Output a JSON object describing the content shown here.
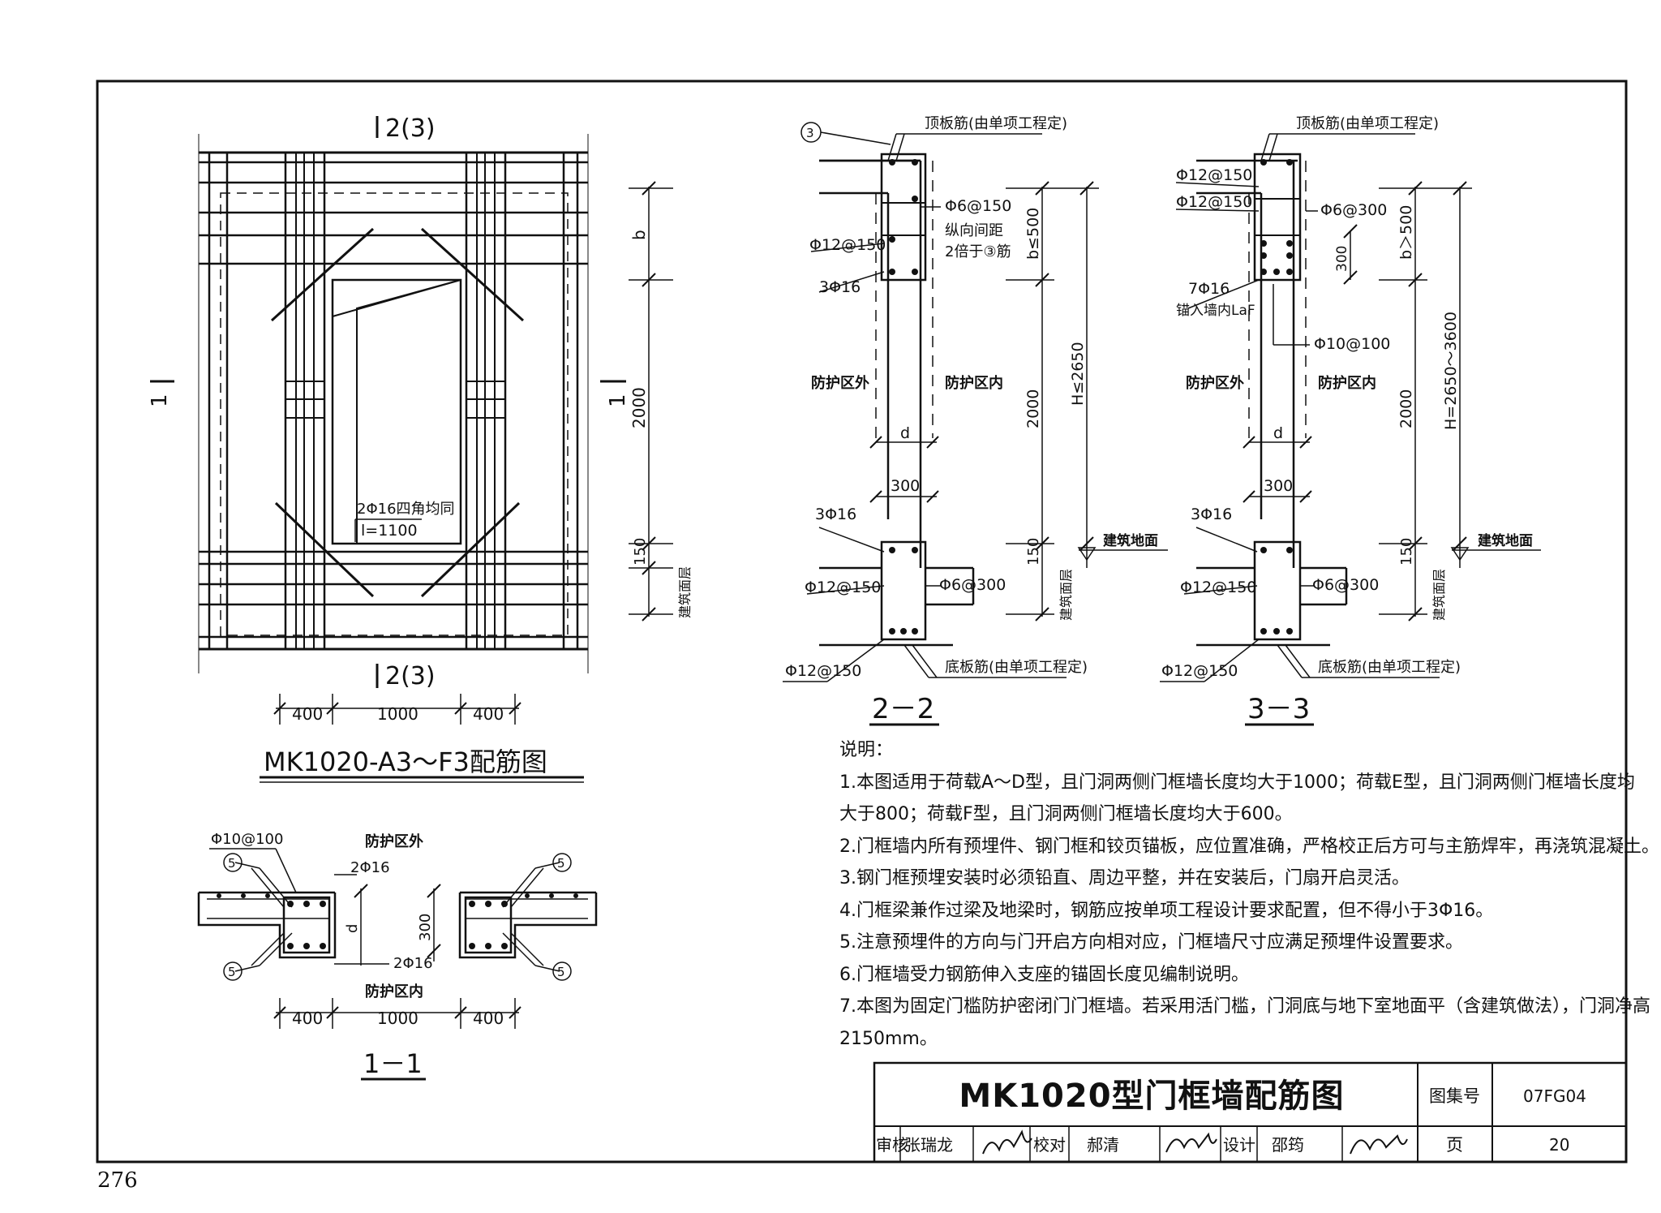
{
  "elevation": {
    "title": "MK1020-A3～F3配筋图",
    "section_top": "2(3)",
    "section_bottom": "2(3)",
    "section_left": "1",
    "section_right": "1",
    "corner_bar_label": "2Φ16四角均同",
    "corner_bar_length": "l=1100",
    "dim_b": "b",
    "dim_2000": "2000",
    "dim_150": "150",
    "floor_label": "建筑面层",
    "bottom_dims": [
      "400",
      "1000",
      "400"
    ]
  },
  "section_1_1": {
    "title": "1－1",
    "bar_top": "Φ10@100",
    "outside": "防护区外",
    "inside": "防护区内",
    "bar_2phi16_top": "2Φ16",
    "bar_2phi16_bottom": "2Φ16",
    "dim_300": "300",
    "dim_d": "d",
    "bar_mark": "5",
    "bottom_dims": [
      "400",
      "1000",
      "400"
    ]
  },
  "section_2_2": {
    "title": "2－2",
    "bar_mark": "3",
    "top_slab": "顶板筋(由单项工程定)",
    "bar_phi6": "Φ6@150",
    "longitudinal_note_1": "纵向间距",
    "longitudinal_note_2": "2倍于③筋",
    "bar_phi12": "Φ12@150",
    "bar_3phi16_top": "3Φ16",
    "outside": "防护区外",
    "inside": "防护区内",
    "dim_b": "b≤500",
    "dim_H": "H≤2650",
    "dim_2000": "2000",
    "dim_d": "d",
    "dim_300": "300",
    "bar_3phi16_bottom": "3Φ16",
    "dim_150": "150",
    "floor_label": "建筑面层",
    "ground_label": "建筑地面",
    "bar_phi12_b1": "Φ12@150",
    "bar_phi6_b": "Φ6@300",
    "bar_phi12_b2": "Φ12@150",
    "bottom_slab": "底板筋(由单项工程定)"
  },
  "section_3_3": {
    "title": "3－3",
    "top_slab": "顶板筋(由单项工程定)",
    "bar_phi12_1": "Φ12@150",
    "bar_phi12_2": "Φ12@150",
    "bar_phi6": "Φ6@300",
    "dim_300_top": "300",
    "bar_7phi16": "7Φ16",
    "anchor_note": "锚入墙内LaF",
    "bar_phi10": "Φ10@100",
    "outside": "防护区外",
    "inside": "防护区内",
    "dim_b": "b＞500",
    "dim_H": "H=2650～3600",
    "dim_2000": "2000",
    "dim_d": "d",
    "dim_300": "300",
    "bar_3phi16_bottom": "3Φ16",
    "dim_150": "150",
    "floor_label": "建筑面层",
    "ground_label": "建筑地面",
    "bar_phi12_b1": "Φ12@150",
    "bar_phi6_b": "Φ6@300",
    "bar_phi12_b2": "Φ12@150",
    "bottom_slab": "底板筋(由单项工程定)"
  },
  "notes": {
    "heading": "说明：",
    "lines": [
      "1.本图适用于荷载A～D型，且门洞两侧门框墙长度均大于1000；荷载E型，且门洞两侧门框墙长度均",
      "大于800；荷载F型，且门洞两侧门框墙长度均大于600。",
      "2.门框墙内所有预埋件、钢门框和铰页锚板，应位置准确，严格校正后方可与主筋焊牢，再浇筑混凝土。",
      "3.钢门框预埋安装时必须铅直、周边平整，并在安装后，门扇开启灵活。",
      "4.门框梁兼作过梁及地梁时，钢筋应按单项工程设计要求配置，但不得小于3Φ16。",
      "5.注意预埋件的方向与门开启方向相对应，门框墙尺寸应满足预埋件设置要求。",
      "6.门框墙受力钢筋伸入支座的锚固长度见编制说明。",
      "7.本图为固定门槛防护密闭门门框墙。若采用活门槛，门洞底与地下室地面平（含建筑做法），门洞净高",
      "2150mm。"
    ]
  },
  "title_block": {
    "title": "MK1020型门框墙配筋图",
    "atlas_label": "图集号",
    "atlas_no": "07FG04",
    "page_label": "页",
    "page_no": "20",
    "review_label": "审核",
    "reviewer": "张瑞龙",
    "check_label": "校对",
    "checker": "郝清",
    "design_label": "设计",
    "designer": "邵筠"
  },
  "page_number": "276"
}
